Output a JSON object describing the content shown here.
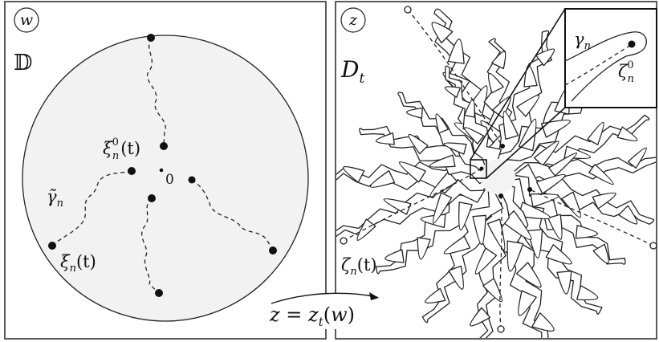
{
  "left_panel": {
    "badge": "w",
    "domain_label": "𝔻",
    "origin_label": "0",
    "xi0_label": "ξ",
    "xi0_sup": "0",
    "xi0_sub": "n",
    "xi0_arg": "(t)",
    "gamma_tilde_label": "γ̃",
    "gamma_tilde_sub": "n",
    "xi_label": "ξ",
    "xi_sub": "n",
    "xi_arg": "(t)"
  },
  "right_panel": {
    "badge": "z",
    "domain_label": "D",
    "domain_sub": "t",
    "zeta_label": "ζ",
    "zeta_sub": "n",
    "zeta_arg": "(t)",
    "inset": {
      "gamma_label": "γ",
      "gamma_sub": "n",
      "zeta0_label": "ζ",
      "zeta0_sup": "0",
      "zeta0_sub": "n"
    }
  },
  "map_label": {
    "lhs": "z",
    "eq": " = ",
    "fn": "z",
    "fn_sub": "t",
    "arg_open": "(",
    "arg": "w",
    "arg_close": ")"
  },
  "colors": {
    "disk_fill": "#f2f2f2",
    "region_fill": "#f3f3f3",
    "stroke": "#222222"
  }
}
